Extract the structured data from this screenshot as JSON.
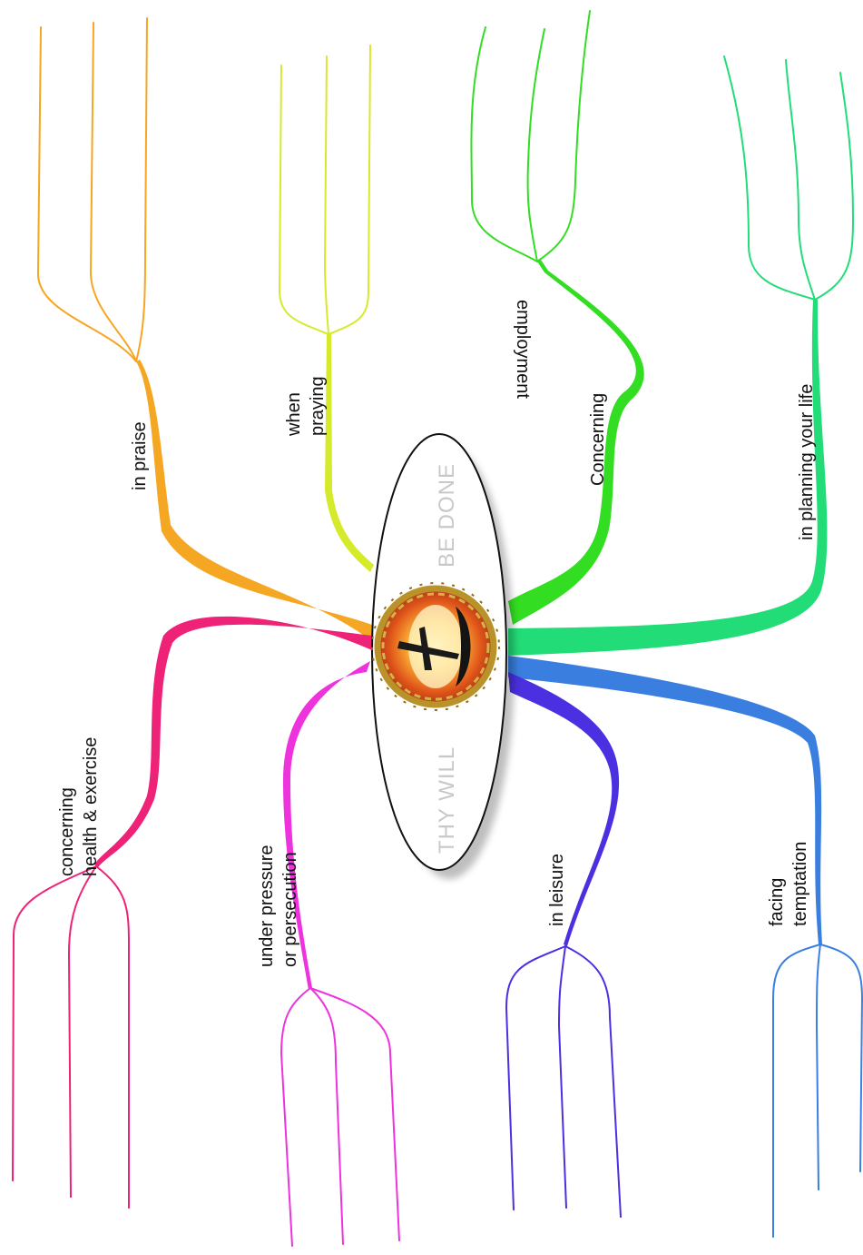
{
  "center": {
    "text_left": "THY WILL",
    "text_right": "BE DONE",
    "emblem": "crown-of-thorns-cross-icon"
  },
  "branches": [
    {
      "id": "praise",
      "label_lines": [
        "in praise"
      ],
      "color": "#f5a623"
    },
    {
      "id": "praying",
      "label_lines": [
        "when",
        "praying"
      ],
      "color": "#d6ea2c"
    },
    {
      "id": "employment",
      "label_lines": [
        "Concerning",
        "employment"
      ],
      "color": "#33dd22"
    },
    {
      "id": "planning",
      "label_lines": [
        "in planning your life"
      ],
      "color": "#22dd77"
    },
    {
      "id": "temptation",
      "label_lines": [
        "facing",
        "temptation"
      ],
      "color": "#3a7fe0"
    },
    {
      "id": "leisure",
      "label_lines": [
        "in leisure"
      ],
      "color": "#4a30e0"
    },
    {
      "id": "persecution",
      "label_lines": [
        "under pressure",
        "or persecution"
      ],
      "color": "#ee33dd"
    },
    {
      "id": "health",
      "label_lines": [
        "concerning",
        "health & exercise"
      ],
      "color": "#ee2277"
    }
  ]
}
